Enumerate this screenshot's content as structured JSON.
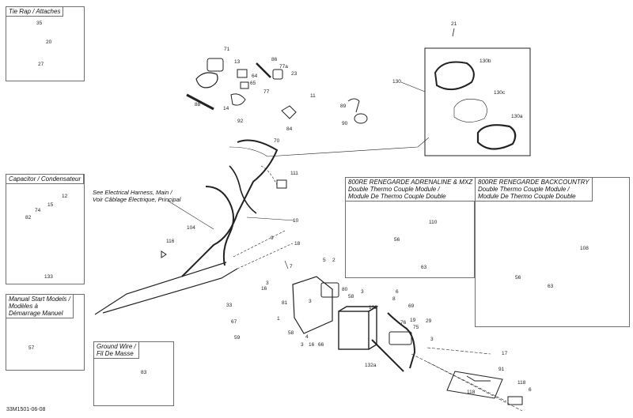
{
  "panels": {
    "tie_rap": "Tie Rap / Attaches",
    "capacitor": "Capacitor / Condensateur",
    "manual_start": "Manual Start Models /\nModèles à\nDémarrage Manuel",
    "ground_wire": "Ground Wire /\nFil De Masse",
    "adrenaline": "800RE RENEGARDE ADRENALINE & MXZ\nDouble Thermo Couple Module /\nModule De Thermo Couple Double",
    "backcountry": "800RE RENEGARDE BACKCOUNTRY\nDouble Thermo Couple Module /\nModule De Thermo Couple Double"
  },
  "harness_note": "See Electrical Harness, Main /\nVoir Câblage Électrique, Principal",
  "footer_code": "33M1501-06-08",
  "callouts": {
    "c35": "35",
    "c20": "20",
    "c27": "27",
    "c12": "12",
    "c15": "15",
    "c74": "74",
    "c82": "82",
    "c133": "133",
    "c57": "57",
    "c83a": "83",
    "c71": "71",
    "c13": "13",
    "c86": "86",
    "c77a": "77a",
    "c64": "64",
    "c65": "65",
    "c23": "23",
    "c77": "77",
    "c88": "88",
    "c14": "14",
    "c92": "92",
    "c11": "11",
    "c84": "84",
    "c89": "89",
    "c90": "90",
    "c21": "21",
    "c130": "130",
    "c130b": "130b",
    "c130c": "130c",
    "c130a": "130a",
    "c70": "70",
    "c111": "111",
    "c10": "10",
    "c104": "104",
    "c9": "9",
    "c116": "116",
    "c18": "18",
    "c7": "7",
    "c5": "5",
    "c2": "2",
    "c16": "16",
    "c3a": "3",
    "c33": "33",
    "c67": "67",
    "c59": "59",
    "c81": "81",
    "c3b": "3",
    "c80": "80",
    "c58a": "58",
    "c1": "1",
    "c58b": "58",
    "c4": "4",
    "c16b": "16",
    "c3c": "3",
    "c66": "66",
    "c3d": "3",
    "c132": "132",
    "c6": "6",
    "c8": "8",
    "c69": "69",
    "c19": "19",
    "c76": "76",
    "c75": "75",
    "c29": "29",
    "c3e": "3",
    "c132a": "132a",
    "c17": "17",
    "c91": "91",
    "c118a": "118",
    "c118b": "118",
    "c6b": "6",
    "c110": "110",
    "c56a": "56",
    "c63a": "63",
    "c108": "108",
    "c56b": "56",
    "c63b": "63"
  }
}
